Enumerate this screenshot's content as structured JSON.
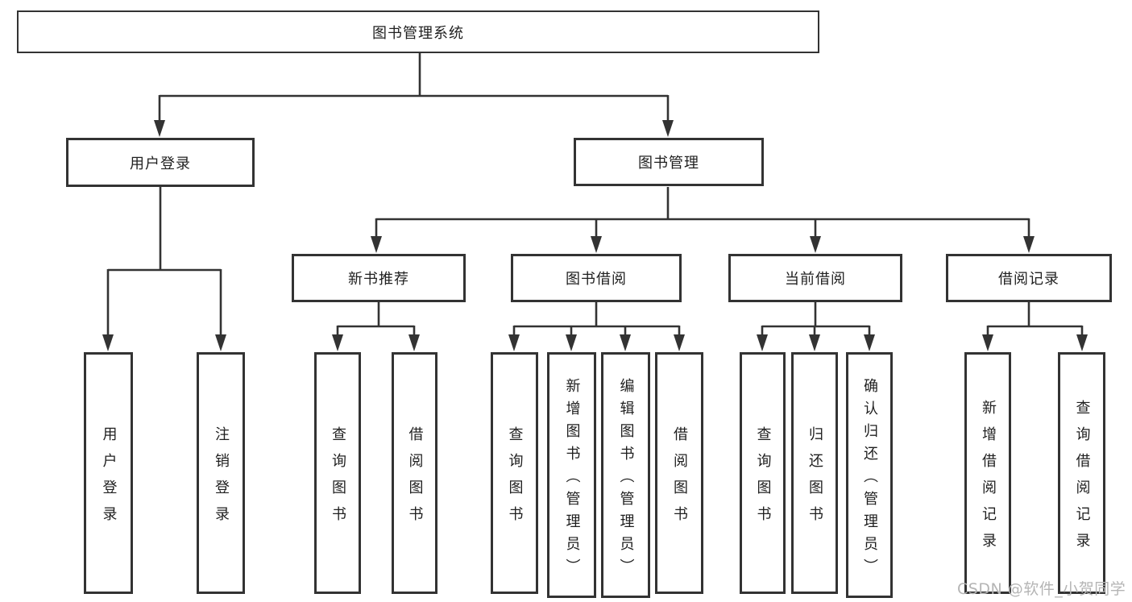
{
  "diagram_title": "图书管理系统",
  "nodes": {
    "root": {
      "label": "图书管理系统"
    },
    "user_login": {
      "label": "用户登录"
    },
    "book_mgmt": {
      "label": "图书管理"
    },
    "new_books": {
      "label": "新书推荐"
    },
    "book_borrow": {
      "label": "图书借阅"
    },
    "current_borrow": {
      "label": "当前借阅"
    },
    "borrow_records": {
      "label": "借阅记录"
    },
    "leaves": {
      "user_login_leaf": "用户登录",
      "logout_leaf": "注销登录",
      "nb_query_books": "查询图书",
      "nb_borrow_books": "借阅图书",
      "bb_query_books": "查询图书",
      "bb_add_books_admin": "新增图书（管理员）",
      "bb_edit_books_admin": "编辑图书（管理员）",
      "bb_borrow_books": "借阅图书",
      "cb_query_books": "查询图书",
      "cb_return_books": "归还图书",
      "cb_confirm_return_admin": "确认归还（管理员）",
      "br_add_record": "新增借阅记录",
      "br_query_record": "查询借阅记录"
    }
  },
  "hierarchy_note": "root > [用户登录, 图书管理]; 用户登录 > [用户登录, 注销登录]; 图书管理 > [新书推荐, 图书借阅, 当前借阅, 借阅记录]",
  "watermark": "CSDN @软件_小贺同学",
  "colors": {
    "line": "#333333",
    "border": "#333333",
    "text": "#1f1f1f",
    "background": "#ffffff",
    "watermark": "#b5b5b5"
  }
}
